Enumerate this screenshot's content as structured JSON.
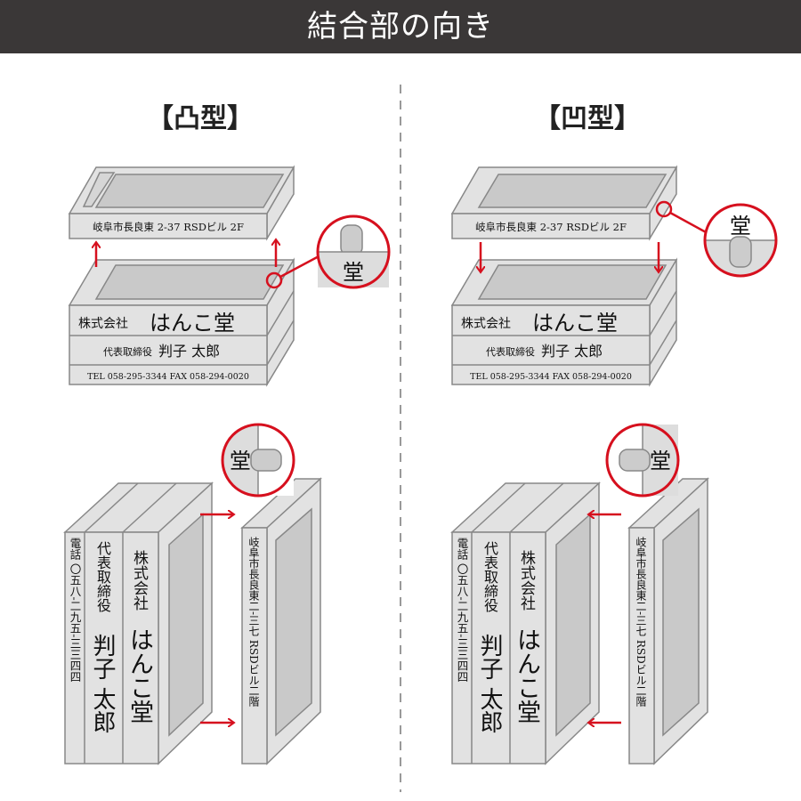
{
  "title": "結合部の向き",
  "left": {
    "heading": "【凸型】"
  },
  "right": {
    "heading": "【凹型】"
  },
  "stamp": {
    "address": "岐阜市長良東 2-37 RSDビル 2F",
    "company_prefix": "株式会社",
    "company_name": "はんこ堂",
    "role": "代表取締役",
    "person": "判子 太郎",
    "contact": "TEL 058-295-3344 FAX 058-294-0020",
    "v_phone": "電話 〇五八-二九五-三三四四",
    "v_role": "代表取締役",
    "v_person": "判子 太郎",
    "v_company_prefix": "株式会社",
    "v_company_name": "はんこ堂",
    "v_address": "岐阜市長良東二-三七 RSDビル二階"
  },
  "magnifier_char": "堂",
  "colors": {
    "accent": "#d6101e",
    "titlebar": "#3a3737",
    "face": "#e2e2e2",
    "window": "#c9c9c9"
  }
}
